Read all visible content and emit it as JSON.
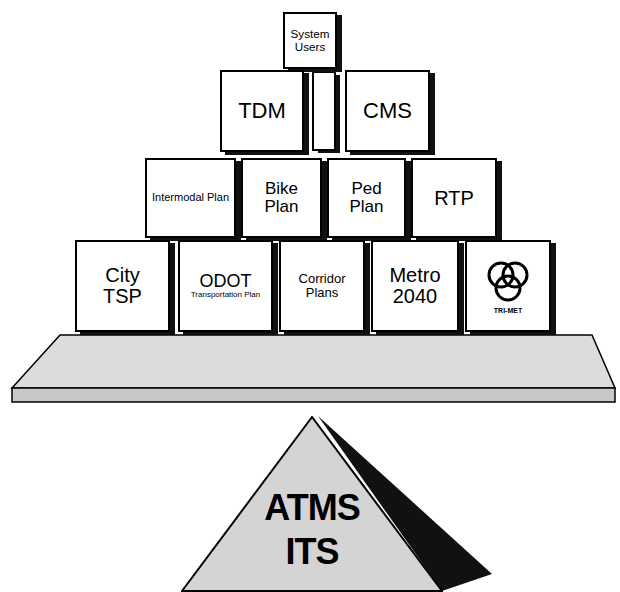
{
  "diagram": {
    "nodes": [
      {
        "text": [
          "System Users"
        ]
      },
      {
        "text": [
          "TDM"
        ]
      },
      {
        "text": [
          "CMS"
        ]
      },
      {
        "text": [
          "Intermodal Plan"
        ]
      },
      {
        "text": [
          "Bike Plan"
        ]
      },
      {
        "text": [
          "Ped Plan"
        ]
      },
      {
        "text": [
          "RTP"
        ]
      },
      {
        "text": [
          "City TSP"
        ]
      },
      {
        "text": [
          "ODOT",
          "Transportation Plan"
        ]
      },
      {
        "text": [
          "Corridor Plans"
        ]
      },
      {
        "text": [
          "Metro 2040"
        ]
      },
      {
        "text": [
          "TRI-MET"
        ]
      },
      {
        "text": [
          "ATMS ITS"
        ]
      }
    ]
  }
}
